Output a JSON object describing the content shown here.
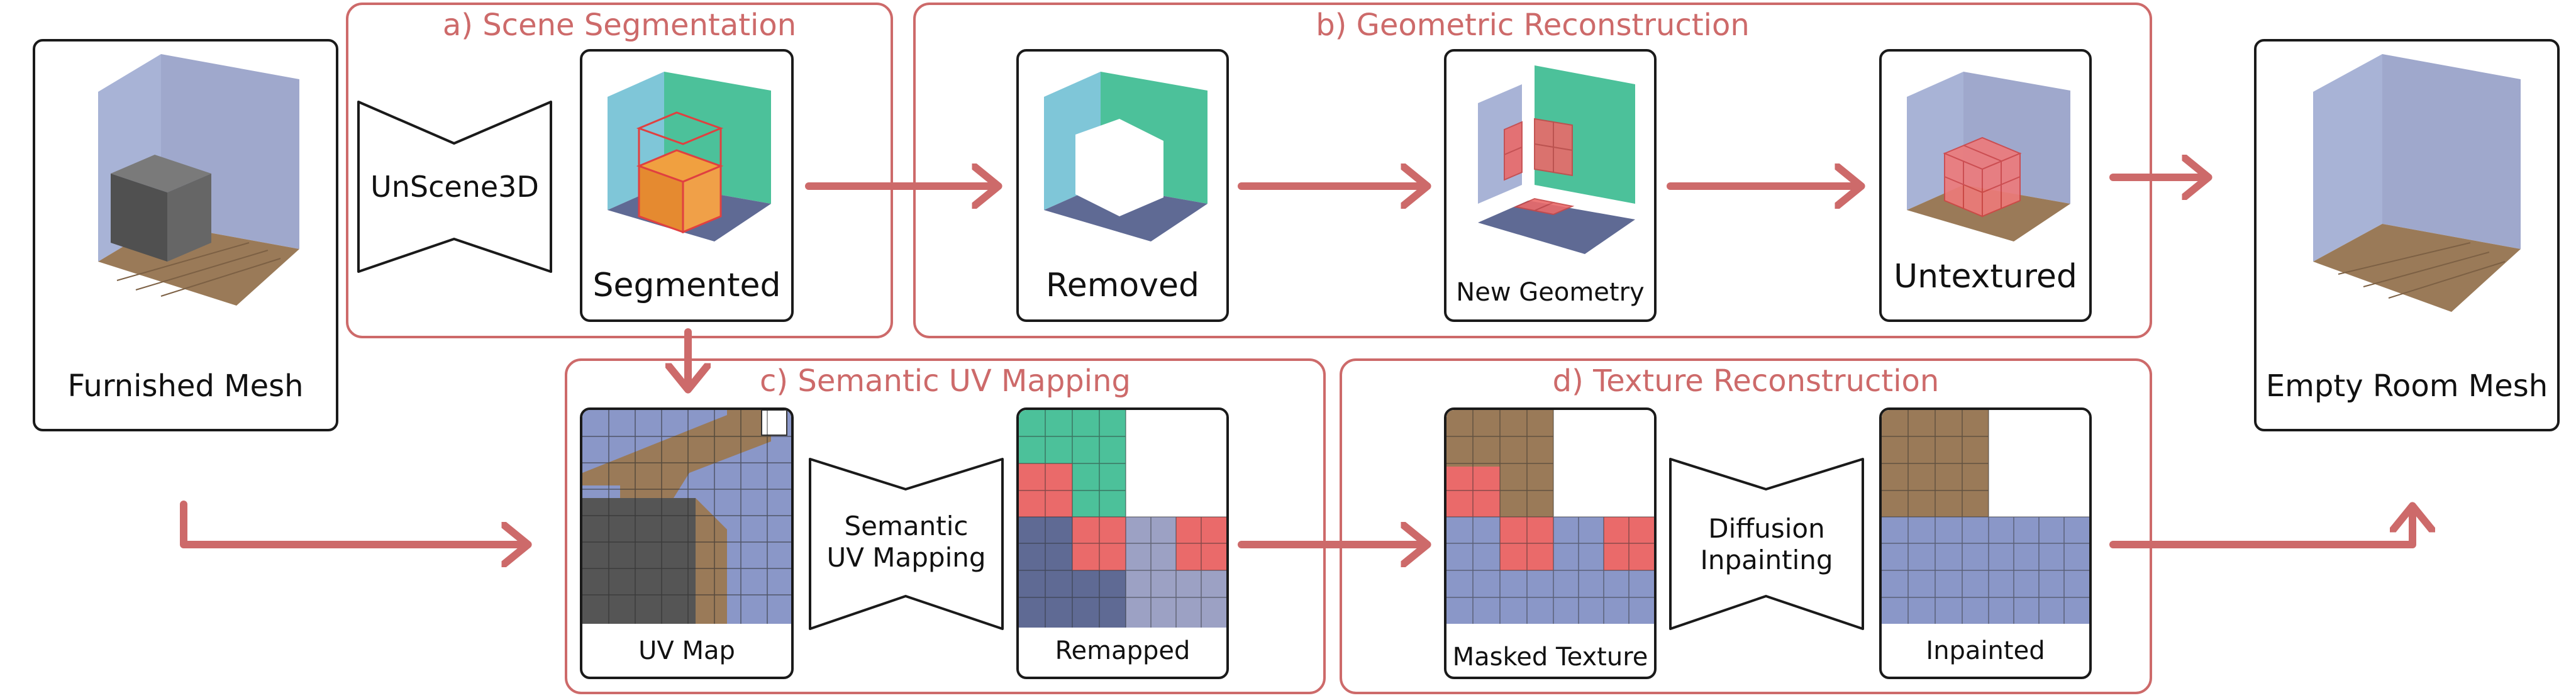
{
  "sections": {
    "scene_segmentation": "a) Scene Segmentation",
    "geometric_reconstruction": "b) Geometric Reconstruction",
    "semantic_uv_mapping": "c) Semantic UV Mapping",
    "texture_reconstruction": "d) Texture Reconstruction"
  },
  "cards": {
    "furnished_mesh": "Furnished Mesh",
    "segmented": "Segmented",
    "removed": "Removed",
    "new_geometry": "New Geometry",
    "untextured": "Untextured",
    "empty_room_mesh": "Empty Room Mesh",
    "uv_map": "UV Map",
    "remapped": "Remapped",
    "masked_texture": "Masked Texture",
    "inpainted": "Inpainted"
  },
  "modules": {
    "unscene3d": "UnScene3D",
    "semantic_uv_mapping_line1": "Semantic",
    "semantic_uv_mapping_line2": "UV Mapping",
    "diffusion_inpainting_line1": "Diffusion",
    "diffusion_inpainting_line2": "Inpainting"
  },
  "colors": {
    "accent": "#cd6a6a",
    "wall_left": "#a8b3d6",
    "wall_right": "#9fa8cc",
    "floor_wood": "#9a7a58",
    "segment_green": "#4cc19a",
    "segment_cyan": "#7fc6d8",
    "segment_dark": "#5f6a94",
    "mask_red": "#ea6a6a",
    "object_gray": "#5c5c5c"
  }
}
